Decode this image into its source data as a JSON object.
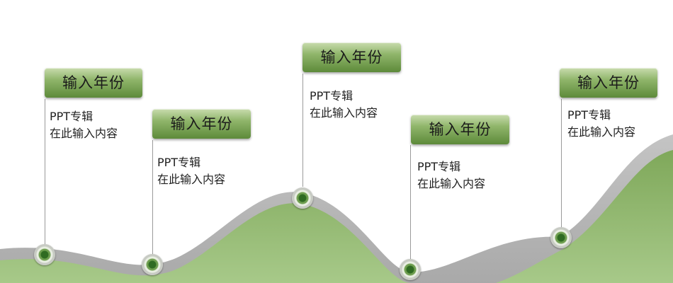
{
  "milestones": [
    {
      "year_label": "输入年份",
      "title": "PPT专辑",
      "body": "在此输入内容"
    },
    {
      "year_label": "输入年份",
      "title": "PPT专辑",
      "body": "在此输入内容"
    },
    {
      "year_label": "输入年份",
      "title": "PPT专辑",
      "body": "在此输入内容"
    },
    {
      "year_label": "输入年份",
      "title": "PPT专辑",
      "body": "在此输入内容"
    },
    {
      "year_label": "输入年份",
      "title": "PPT专辑",
      "body": "在此输入内容"
    }
  ],
  "colors": {
    "green_dark": "#4f7f2e",
    "green_light": "#9cc07a",
    "band_gray": "#b5b5b5",
    "stem_gray": "#9a9a9a"
  }
}
